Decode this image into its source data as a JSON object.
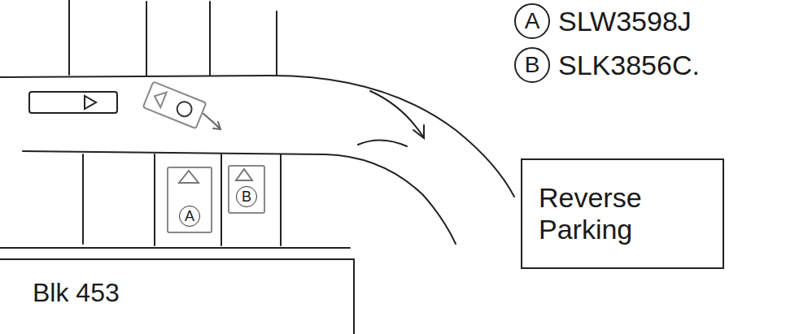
{
  "diagram": {
    "nodes": [
      {
        "text": [
          "A"
        ]
      },
      {
        "text": [
          "B"
        ]
      },
      {
        "text": [
          "A"
        ]
      },
      {
        "text": [
          "B"
        ]
      },
      {
        "text": [
          "Reverse Parking"
        ]
      },
      {
        "text": [
          "Blk 453"
        ]
      }
    ],
    "labels": [
      "SLW3598J",
      "SLK3856C."
    ]
  }
}
